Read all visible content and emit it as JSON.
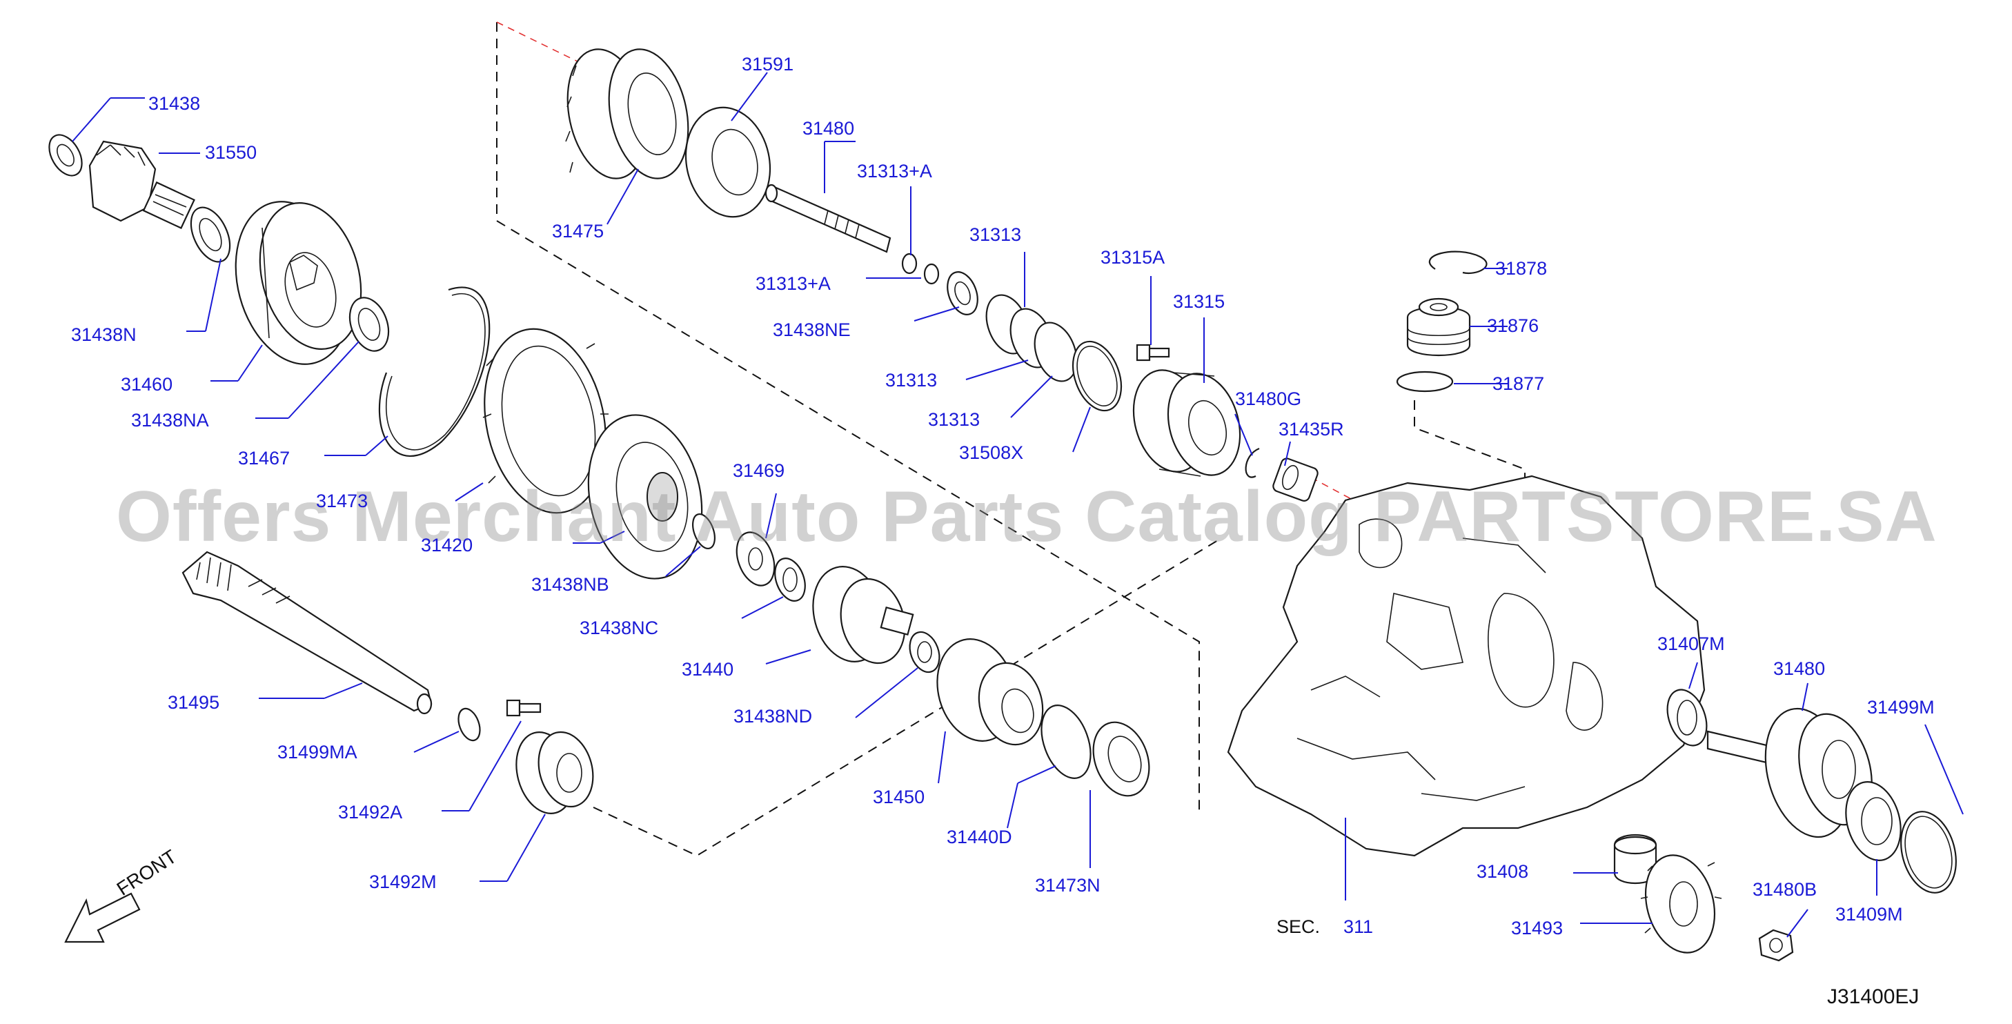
{
  "watermark": "Offers Merchant Auto Parts Catalog PARTSTORE.SA",
  "diagram_code": "J31400EJ",
  "front_label": "FRONT",
  "section_ref": {
    "prefix": "SEC.",
    "number": "311"
  },
  "part_labels": [
    "31438",
    "31550",
    "31438N",
    "31460",
    "31438NA",
    "31467",
    "31473",
    "31420",
    "31475",
    "31591",
    "31480",
    "31313+A",
    "31313+A",
    "31438NE",
    "31313",
    "31313",
    "31313",
    "31315A",
    "31315",
    "31508X",
    "31480G",
    "31435R",
    "31878",
    "31876",
    "31877",
    "31469",
    "31438NB",
    "31438NC",
    "31440",
    "31438ND",
    "31495",
    "31499MA",
    "31492A",
    "31492M",
    "31450",
    "31440D",
    "31473N",
    "31407M",
    "31480",
    "31499M",
    "31408",
    "31493",
    "31480B",
    "31409M"
  ]
}
